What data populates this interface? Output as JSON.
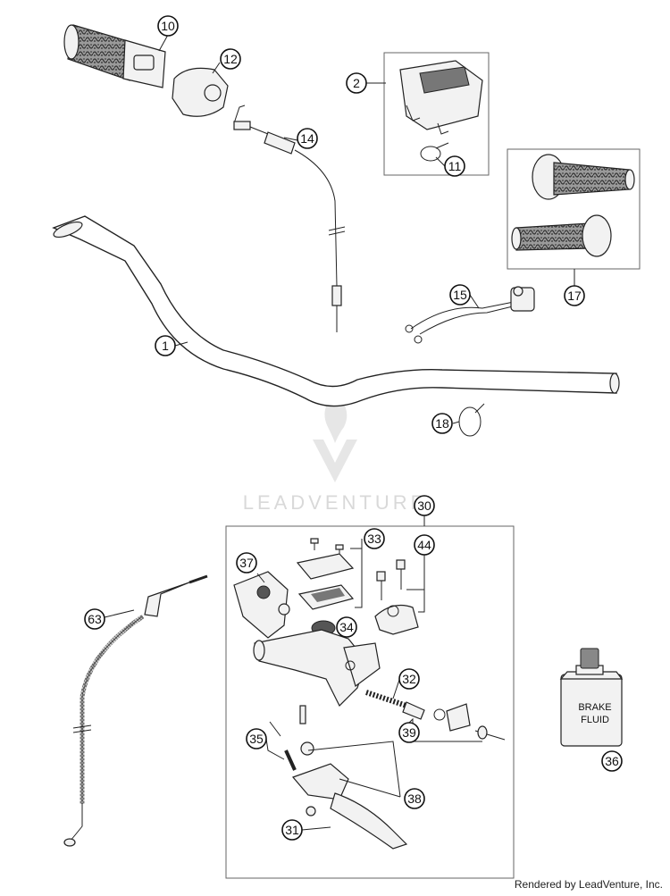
{
  "watermark": {
    "text": "LEADVENTURE"
  },
  "credit": "Rendered by LeadVenture, Inc.",
  "can_label": {
    "line1": "BRAKE",
    "line2": "FLUID"
  },
  "callouts": [
    {
      "id": "c10",
      "label": "10"
    },
    {
      "id": "c12",
      "label": "12"
    },
    {
      "id": "c2",
      "label": "2"
    },
    {
      "id": "c14",
      "label": "14"
    },
    {
      "id": "c11",
      "label": "11"
    },
    {
      "id": "c17",
      "label": "17"
    },
    {
      "id": "c15",
      "label": "15"
    },
    {
      "id": "c1",
      "label": "1"
    },
    {
      "id": "c18",
      "label": "18"
    },
    {
      "id": "c30",
      "label": "30"
    },
    {
      "id": "c33",
      "label": "33"
    },
    {
      "id": "c44",
      "label": "44"
    },
    {
      "id": "c37",
      "label": "37"
    },
    {
      "id": "c34",
      "label": "34"
    },
    {
      "id": "c63",
      "label": "63"
    },
    {
      "id": "c32",
      "label": "32"
    },
    {
      "id": "c39",
      "label": "39"
    },
    {
      "id": "c35",
      "label": "35"
    },
    {
      "id": "c36",
      "label": "36"
    },
    {
      "id": "c38",
      "label": "38"
    },
    {
      "id": "c31",
      "label": "31"
    }
  ]
}
